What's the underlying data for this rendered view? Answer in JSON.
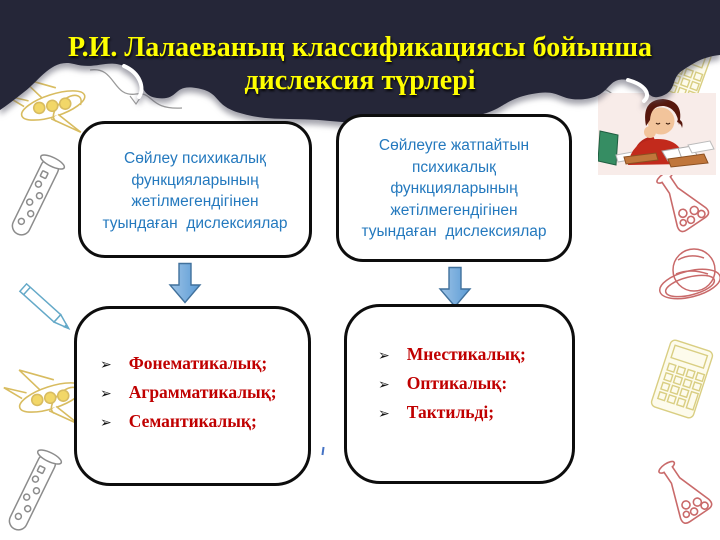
{
  "title": {
    "line1": "Р.И. Лалаеваның классификациясы бойынша",
    "line2": "дислексия түрлері"
  },
  "boxes": {
    "top_left": {
      "lines": [
        "Сөйлеу психикалық",
        "функцияларының",
        "жетілмегендігінен",
        "туындаған  дислексиялар"
      ]
    },
    "top_right": {
      "lines": [
        "Сөйлеуге жатпайтын",
        "психикалық",
        "функцияларының",
        "жетілмегендігінен",
        "туындаған  дислексиялар"
      ]
    },
    "bottom_left": {
      "bullet": "➢",
      "items": [
        "Фонематикалық;",
        "Аграмматикалық;",
        "Семантикалық;"
      ]
    },
    "bottom_right": {
      "bullet": "➢",
      "items": [
        "Мнестикалық;",
        "Оптикалық:",
        "Тактильді;"
      ]
    }
  },
  "icons": {
    "left_margin": [
      "airplane-doodle",
      "test-tube-doodle",
      "pencil-doodle",
      "airplane-doodle",
      "test-tube-doodle"
    ],
    "right_margin": [
      "calculator-doodle",
      "studying-boy-image",
      "flask-doodle",
      "planet-doodle",
      "calculator-doodle",
      "flask-doodle"
    ],
    "under_banner": [
      "pencil-sketch",
      "pencil-sketch",
      "pencil-sketch"
    ]
  },
  "colors": {
    "banner_background": "#252638",
    "title_text": "#FFFF00",
    "box_text": "#2479BE",
    "list_text": "#C00000",
    "box_border": "#0D0D0D",
    "arrow_fill": "#5B9BD5",
    "arrow_border": "#41719C"
  }
}
